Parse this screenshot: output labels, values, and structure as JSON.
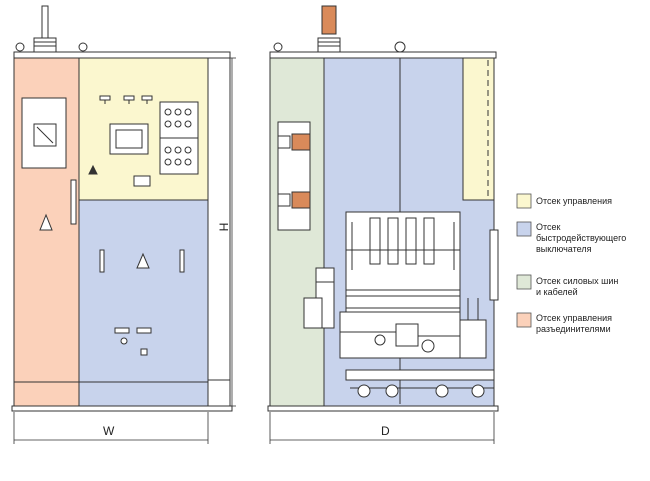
{
  "dimensions": {
    "width_label": "W",
    "depth_label": "D",
    "height_label": "H"
  },
  "legend": [
    {
      "label": "Отсек управления",
      "color": "#fbf7cf"
    },
    {
      "label": "Отсек\nбыстродействующего\nвыключателя",
      "color": "#c8d3ec"
    },
    {
      "label": "Отсек силовых шин\nи кабелей",
      "color": "#dfe8d7"
    },
    {
      "label": "Отсек управления\nразъединителями",
      "color": "#fbd1ba"
    }
  ],
  "colors": {
    "control": "#fbf7cf",
    "breaker": "#c8d3ec",
    "busbar": "#dfe8d7",
    "disconnector": "#fbd1ba",
    "copper": "#d98a5a",
    "outline": "#333333"
  }
}
